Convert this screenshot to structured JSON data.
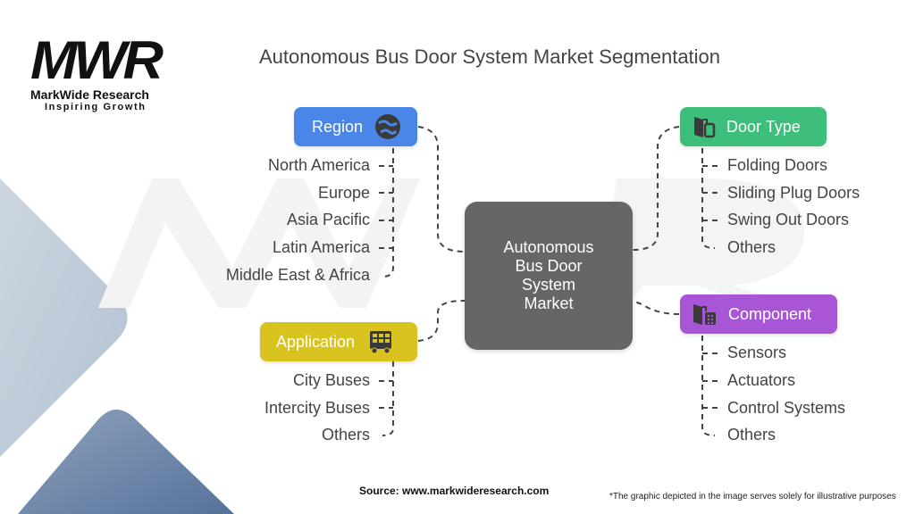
{
  "brand": {
    "logo_mark": "MWR",
    "name": "MarkWide Research",
    "tagline": "Inspiring Growth"
  },
  "title": "Autonomous Bus Door System Market Segmentation",
  "center_node": {
    "lines": [
      "Autonomous",
      "Bus Door",
      "System",
      "Market"
    ],
    "color": "#666666"
  },
  "segments": {
    "region": {
      "label": "Region",
      "icon": "globe-icon",
      "color": "#4A86E8",
      "items": [
        "North America",
        "Europe",
        "Asia Pacific",
        "Latin America",
        "Middle East & Africa"
      ]
    },
    "application": {
      "label": "Application",
      "icon": "bus-icon",
      "color": "#D9C41F",
      "items": [
        "City Buses",
        "Intercity Buses",
        "Others"
      ]
    },
    "door_type": {
      "label": "Door Type",
      "icon": "door-icon",
      "color": "#3DBE7A",
      "items": [
        "Folding Doors",
        "Sliding Plug Doors",
        "Swing Out Doors",
        "Others"
      ]
    },
    "component": {
      "label": "Component",
      "icon": "door-keypad-icon",
      "color": "#A855D6",
      "items": [
        "Sensors",
        "Actuators",
        "Control Systems",
        "Others"
      ]
    }
  },
  "footer": {
    "source": "Source: www.markwideresearch.com",
    "note": "*The graphic depicted in the image serves solely for illustrative purposes"
  }
}
